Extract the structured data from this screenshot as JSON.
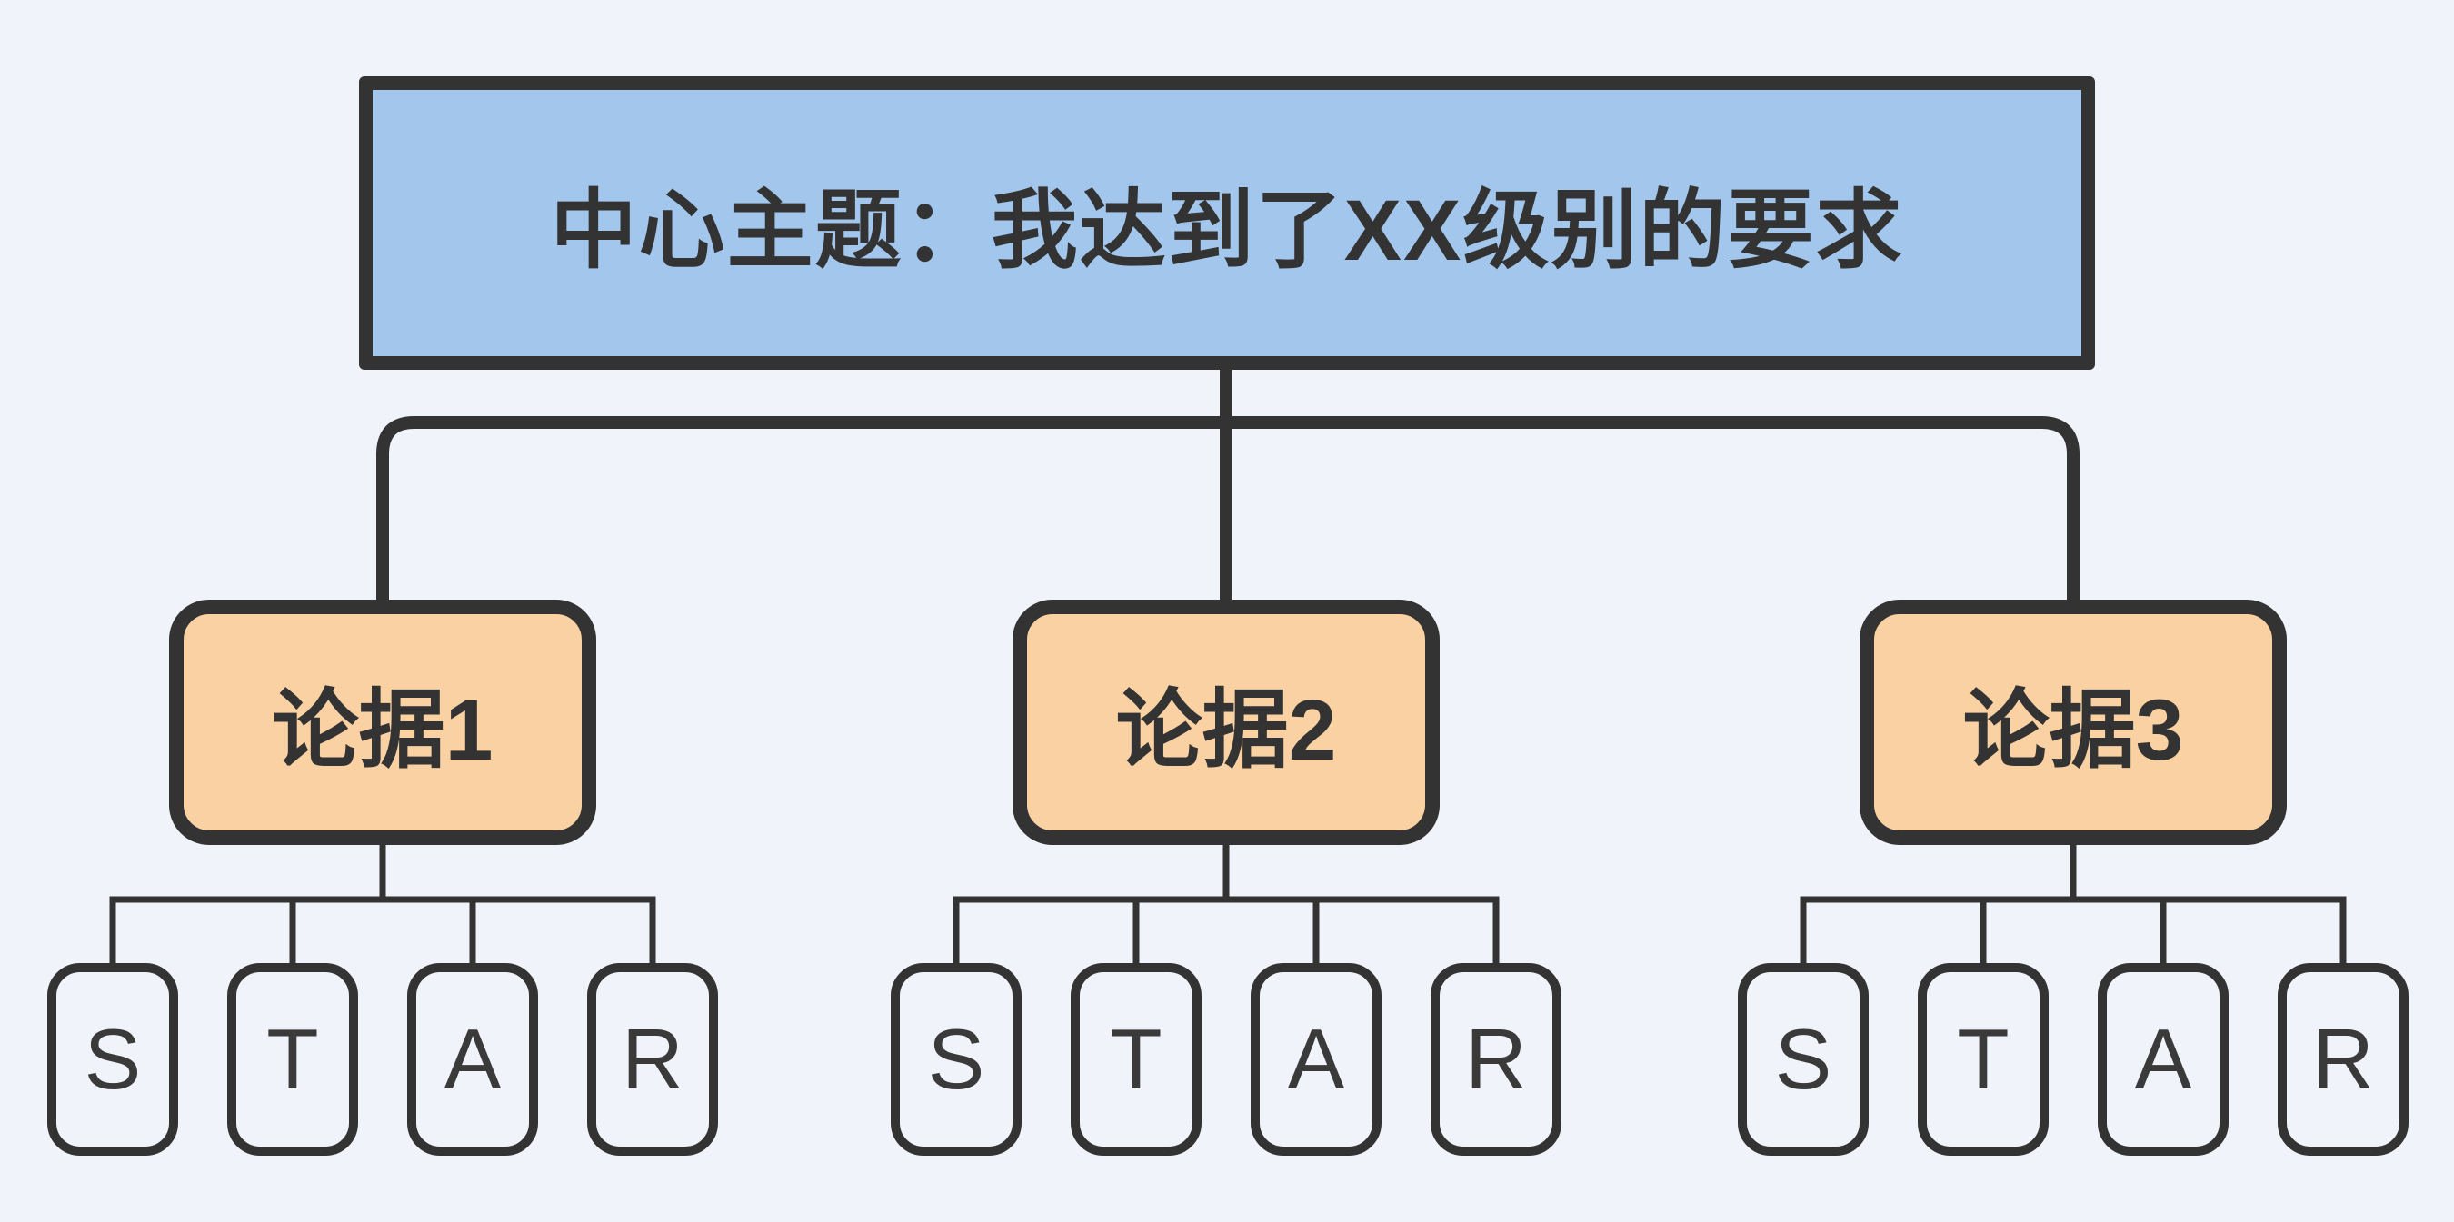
{
  "diagram": {
    "type": "mindmap-tree"
  },
  "colors": {
    "bg": "#F0F3F9",
    "stroke": "#333333",
    "root_fill": "#A3C6EC",
    "branch_fill": "#FAD1A2",
    "leaf_fill": "#F0F3F9"
  },
  "root": {
    "label": "中心主题：我达到了XX级别的要求"
  },
  "branches": [
    {
      "label": "论据1",
      "children": [
        "S",
        "T",
        "A",
        "R"
      ]
    },
    {
      "label": "论据2",
      "children": [
        "S",
        "T",
        "A",
        "R"
      ]
    },
    {
      "label": "论据3",
      "children": [
        "S",
        "T",
        "A",
        "R"
      ]
    }
  ]
}
